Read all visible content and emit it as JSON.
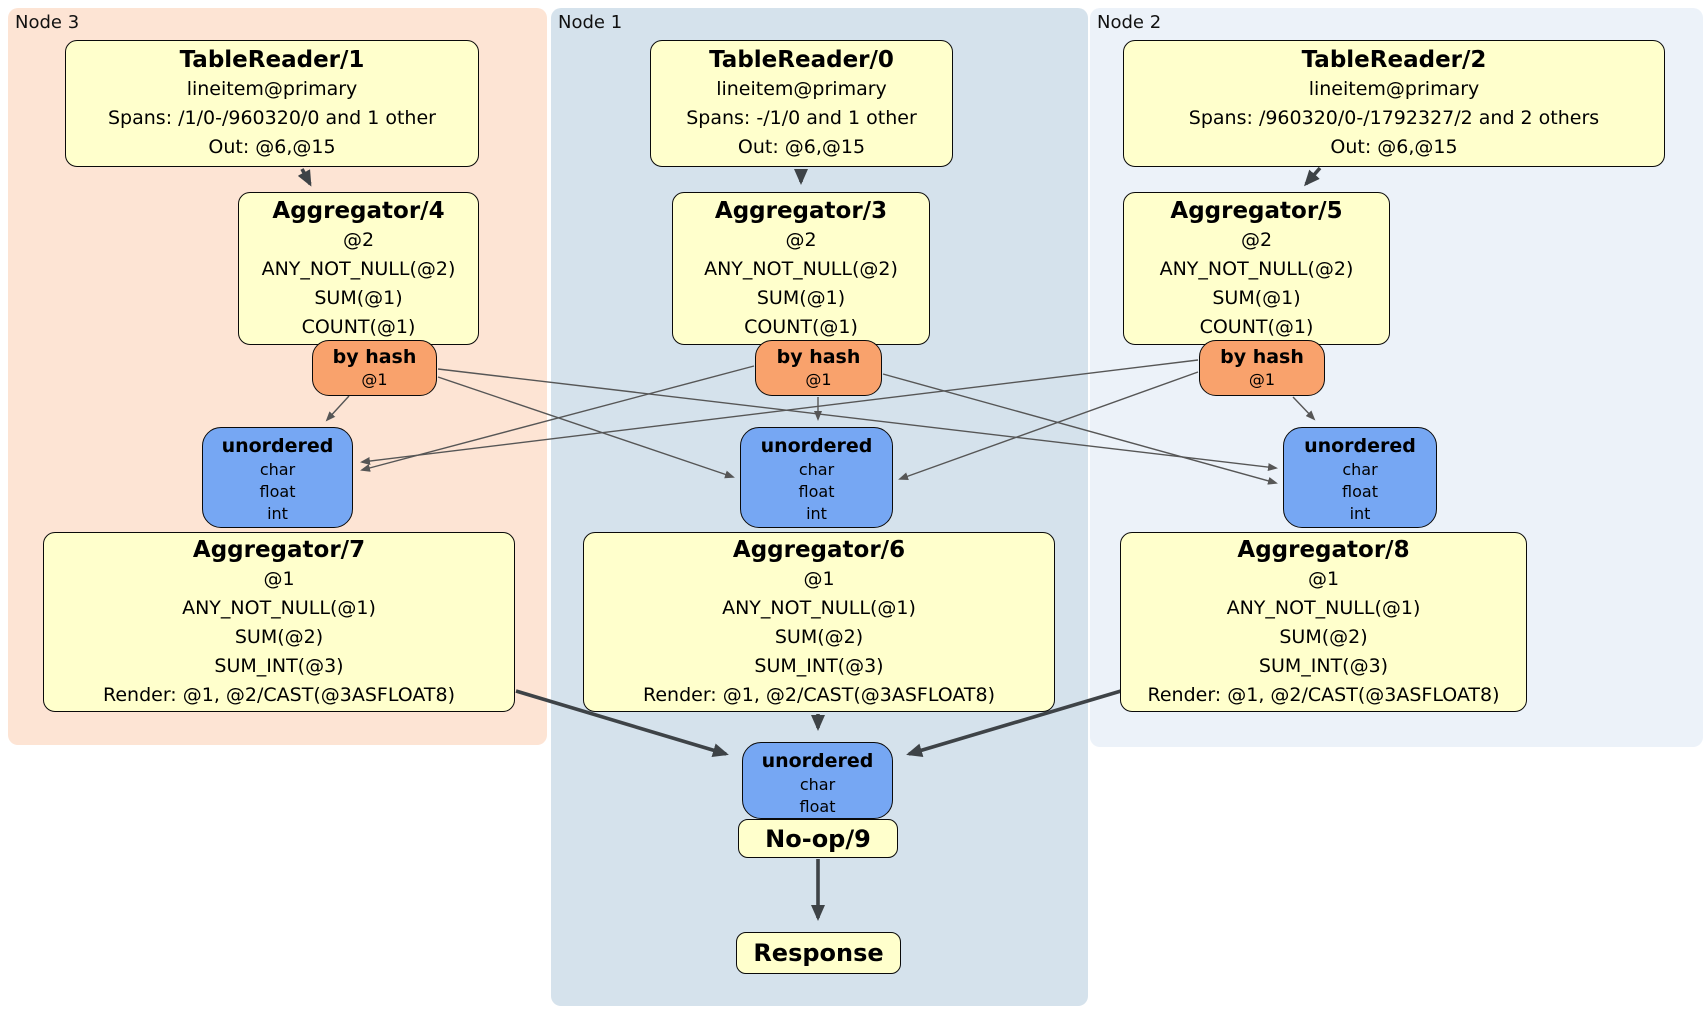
{
  "colors": {
    "node1_bg": "#d5e2ec",
    "node2_bg": "#ecf2f9",
    "node3_bg": "#fde4d4",
    "processor_fill": "#ffffcc",
    "router_fill": "#f9a26c",
    "sync_fill": "#76a7f3",
    "box_border": "#0a0a0a",
    "edge_thin": "#565656",
    "edge_thick": "#3e4347"
  },
  "node3": {
    "label": "Node 3",
    "table_reader": {
      "title": "TableReader/1",
      "lines": [
        "lineitem@primary",
        "Spans: /1/0-/960320/0 and 1 other",
        "Out: @6,@15"
      ]
    },
    "aggregator_top": {
      "title": "Aggregator/4",
      "lines": [
        "@2",
        "ANY_NOT_NULL(@2)",
        "SUM(@1)",
        "COUNT(@1)"
      ]
    },
    "router": {
      "title": "by hash",
      "detail": "@1"
    },
    "sync": {
      "title": "unordered",
      "lines": [
        "char",
        "float",
        "int"
      ]
    },
    "aggregator_bottom": {
      "title": "Aggregator/7",
      "lines": [
        "@1",
        "ANY_NOT_NULL(@1)",
        "SUM(@2)",
        "SUM_INT(@3)",
        "Render: @1, @2/CAST(@3ASFLOAT8)"
      ]
    }
  },
  "node1": {
    "label": "Node 1",
    "table_reader": {
      "title": "TableReader/0",
      "lines": [
        "lineitem@primary",
        "Spans: -/1/0 and 1 other",
        "Out: @6,@15"
      ]
    },
    "aggregator_top": {
      "title": "Aggregator/3",
      "lines": [
        "@2",
        "ANY_NOT_NULL(@2)",
        "SUM(@1)",
        "COUNT(@1)"
      ]
    },
    "router": {
      "title": "by hash",
      "detail": "@1"
    },
    "sync": {
      "title": "unordered",
      "lines": [
        "char",
        "float",
        "int"
      ]
    },
    "aggregator_bottom": {
      "title": "Aggregator/6",
      "lines": [
        "@1",
        "ANY_NOT_NULL(@1)",
        "SUM(@2)",
        "SUM_INT(@3)",
        "Render: @1, @2/CAST(@3ASFLOAT8)"
      ]
    }
  },
  "node2": {
    "label": "Node 2",
    "table_reader": {
      "title": "TableReader/2",
      "lines": [
        "lineitem@primary",
        "Spans: /960320/0-/1792327/2 and 2 others",
        "Out: @6,@15"
      ]
    },
    "aggregator_top": {
      "title": "Aggregator/5",
      "lines": [
        "@2",
        "ANY_NOT_NULL(@2)",
        "SUM(@1)",
        "COUNT(@1)"
      ]
    },
    "router": {
      "title": "by hash",
      "detail": "@1"
    },
    "sync": {
      "title": "unordered",
      "lines": [
        "char",
        "float",
        "int"
      ]
    },
    "aggregator_bottom": {
      "title": "Aggregator/8",
      "lines": [
        "@1",
        "ANY_NOT_NULL(@1)",
        "SUM(@2)",
        "SUM_INT(@3)",
        "Render: @1, @2/CAST(@3ASFLOAT8)"
      ]
    }
  },
  "final": {
    "sync": {
      "title": "unordered",
      "lines": [
        "char",
        "float"
      ]
    },
    "noop_title": "No-op/9",
    "response_title": "Response"
  }
}
